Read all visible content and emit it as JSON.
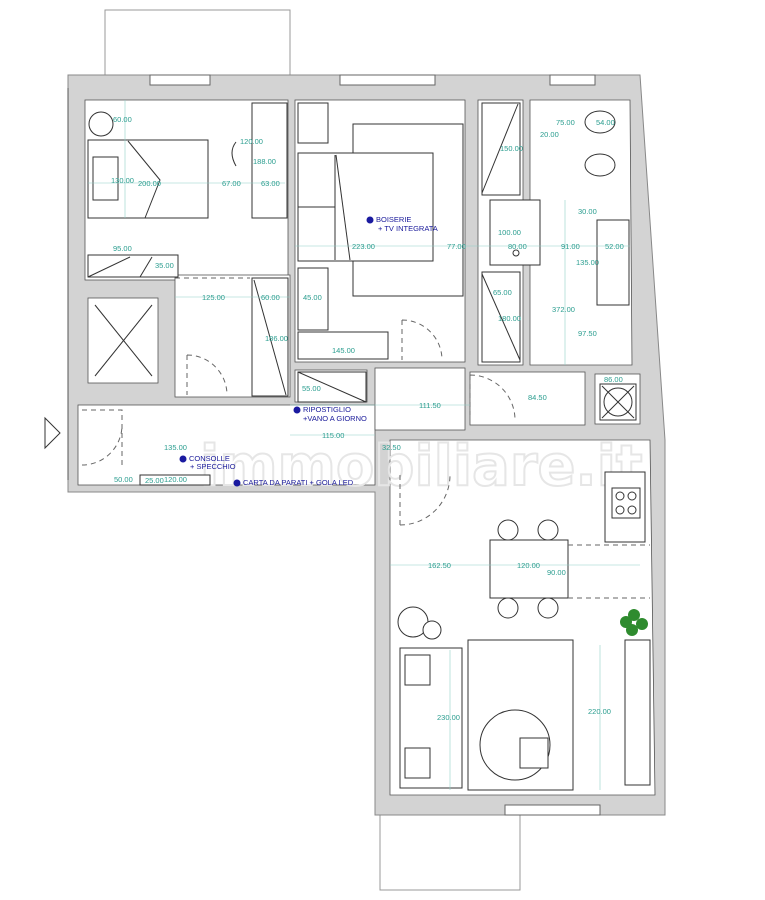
{
  "plan": {
    "watermark": "immobiliare.it",
    "notes": {
      "boiserie_line1": "BOISERIE",
      "boiserie_line2": "+ TV INTEGRATA",
      "ripostiglio_line1": "RIPOSTIGLIO",
      "ripostiglio_line2": "+VANO A GIORNO",
      "consolle_line1": "CONSOLLE",
      "consolle_line2": "+ SPECCHIO",
      "carta": "CARTA DA PARATI + GOLA LED"
    },
    "dimensions": {
      "bed2_lamp": "60.00",
      "bed2_chair": "120.00",
      "bed2_desk_len": "188.00",
      "bed2_bed_w": "130.00",
      "bed2_bed_l": "200.00",
      "bed2_gap": "67.00",
      "bed2_desk_d": "63.00",
      "bed2_shelf_w": "95.00",
      "bed2_shelf_d": "35.00",
      "master_bed": "223.00",
      "master_gap": "77.00",
      "wardrobe_top": "150.00",
      "shower_w": "100.00",
      "shower_d": "80.00",
      "wardrobe_d": "65.00",
      "wardrobe_low": "180.00",
      "bath_wc": "75.00",
      "bath_wc2": "20.00",
      "bath_bidet": "54.00",
      "bath_30": "30.00",
      "bath_91": "91.00",
      "bath_sink_d": "52.00",
      "bath_sink_w": "135.00",
      "bath_len": "372.00",
      "bath_97": "97.50",
      "boiler": "86.00",
      "utility": "84.50",
      "corr_125": "125.00",
      "corr_60": "60.00",
      "corr_45": "45.00",
      "corr_186": "186.00",
      "desk_145": "145.00",
      "store_55": "55.00",
      "hall_111": "111.50",
      "hall_115": "115.00",
      "hall_135": "135.00",
      "hall_32": "32.50",
      "hall_50": "50.00",
      "hall_25": "25.00",
      "hall_120": "120.00",
      "living_162": "162.50",
      "living_120": "120.00",
      "living_90": "90.00",
      "living_230": "230.00",
      "living_220": "220.00"
    }
  }
}
